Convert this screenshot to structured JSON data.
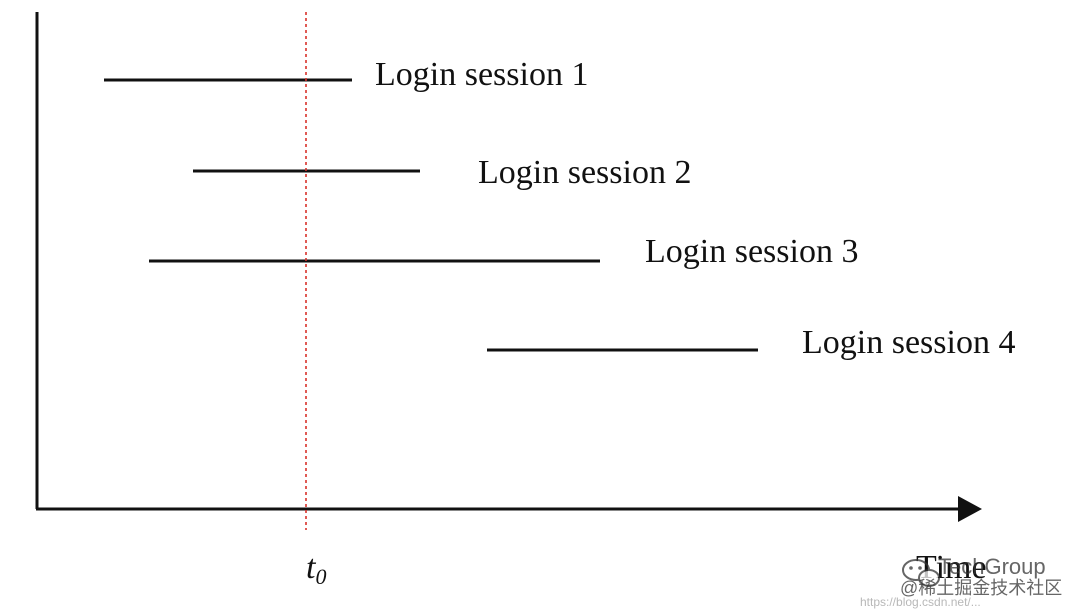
{
  "diagram": {
    "x_axis_label": "Time",
    "marker_label_base": "t",
    "marker_label_sub": "0",
    "marker_color": "#d9322b",
    "line_color": "#111111",
    "sessions": [
      {
        "label": "Login session 1"
      },
      {
        "label": "Login session 2"
      },
      {
        "label": "Login session 3"
      },
      {
        "label": "Login session 4"
      }
    ]
  },
  "watermark": {
    "brand": "TechGroup",
    "site": "@稀土掘金技术社区",
    "url": "https://blog.csdn.net/..."
  }
}
